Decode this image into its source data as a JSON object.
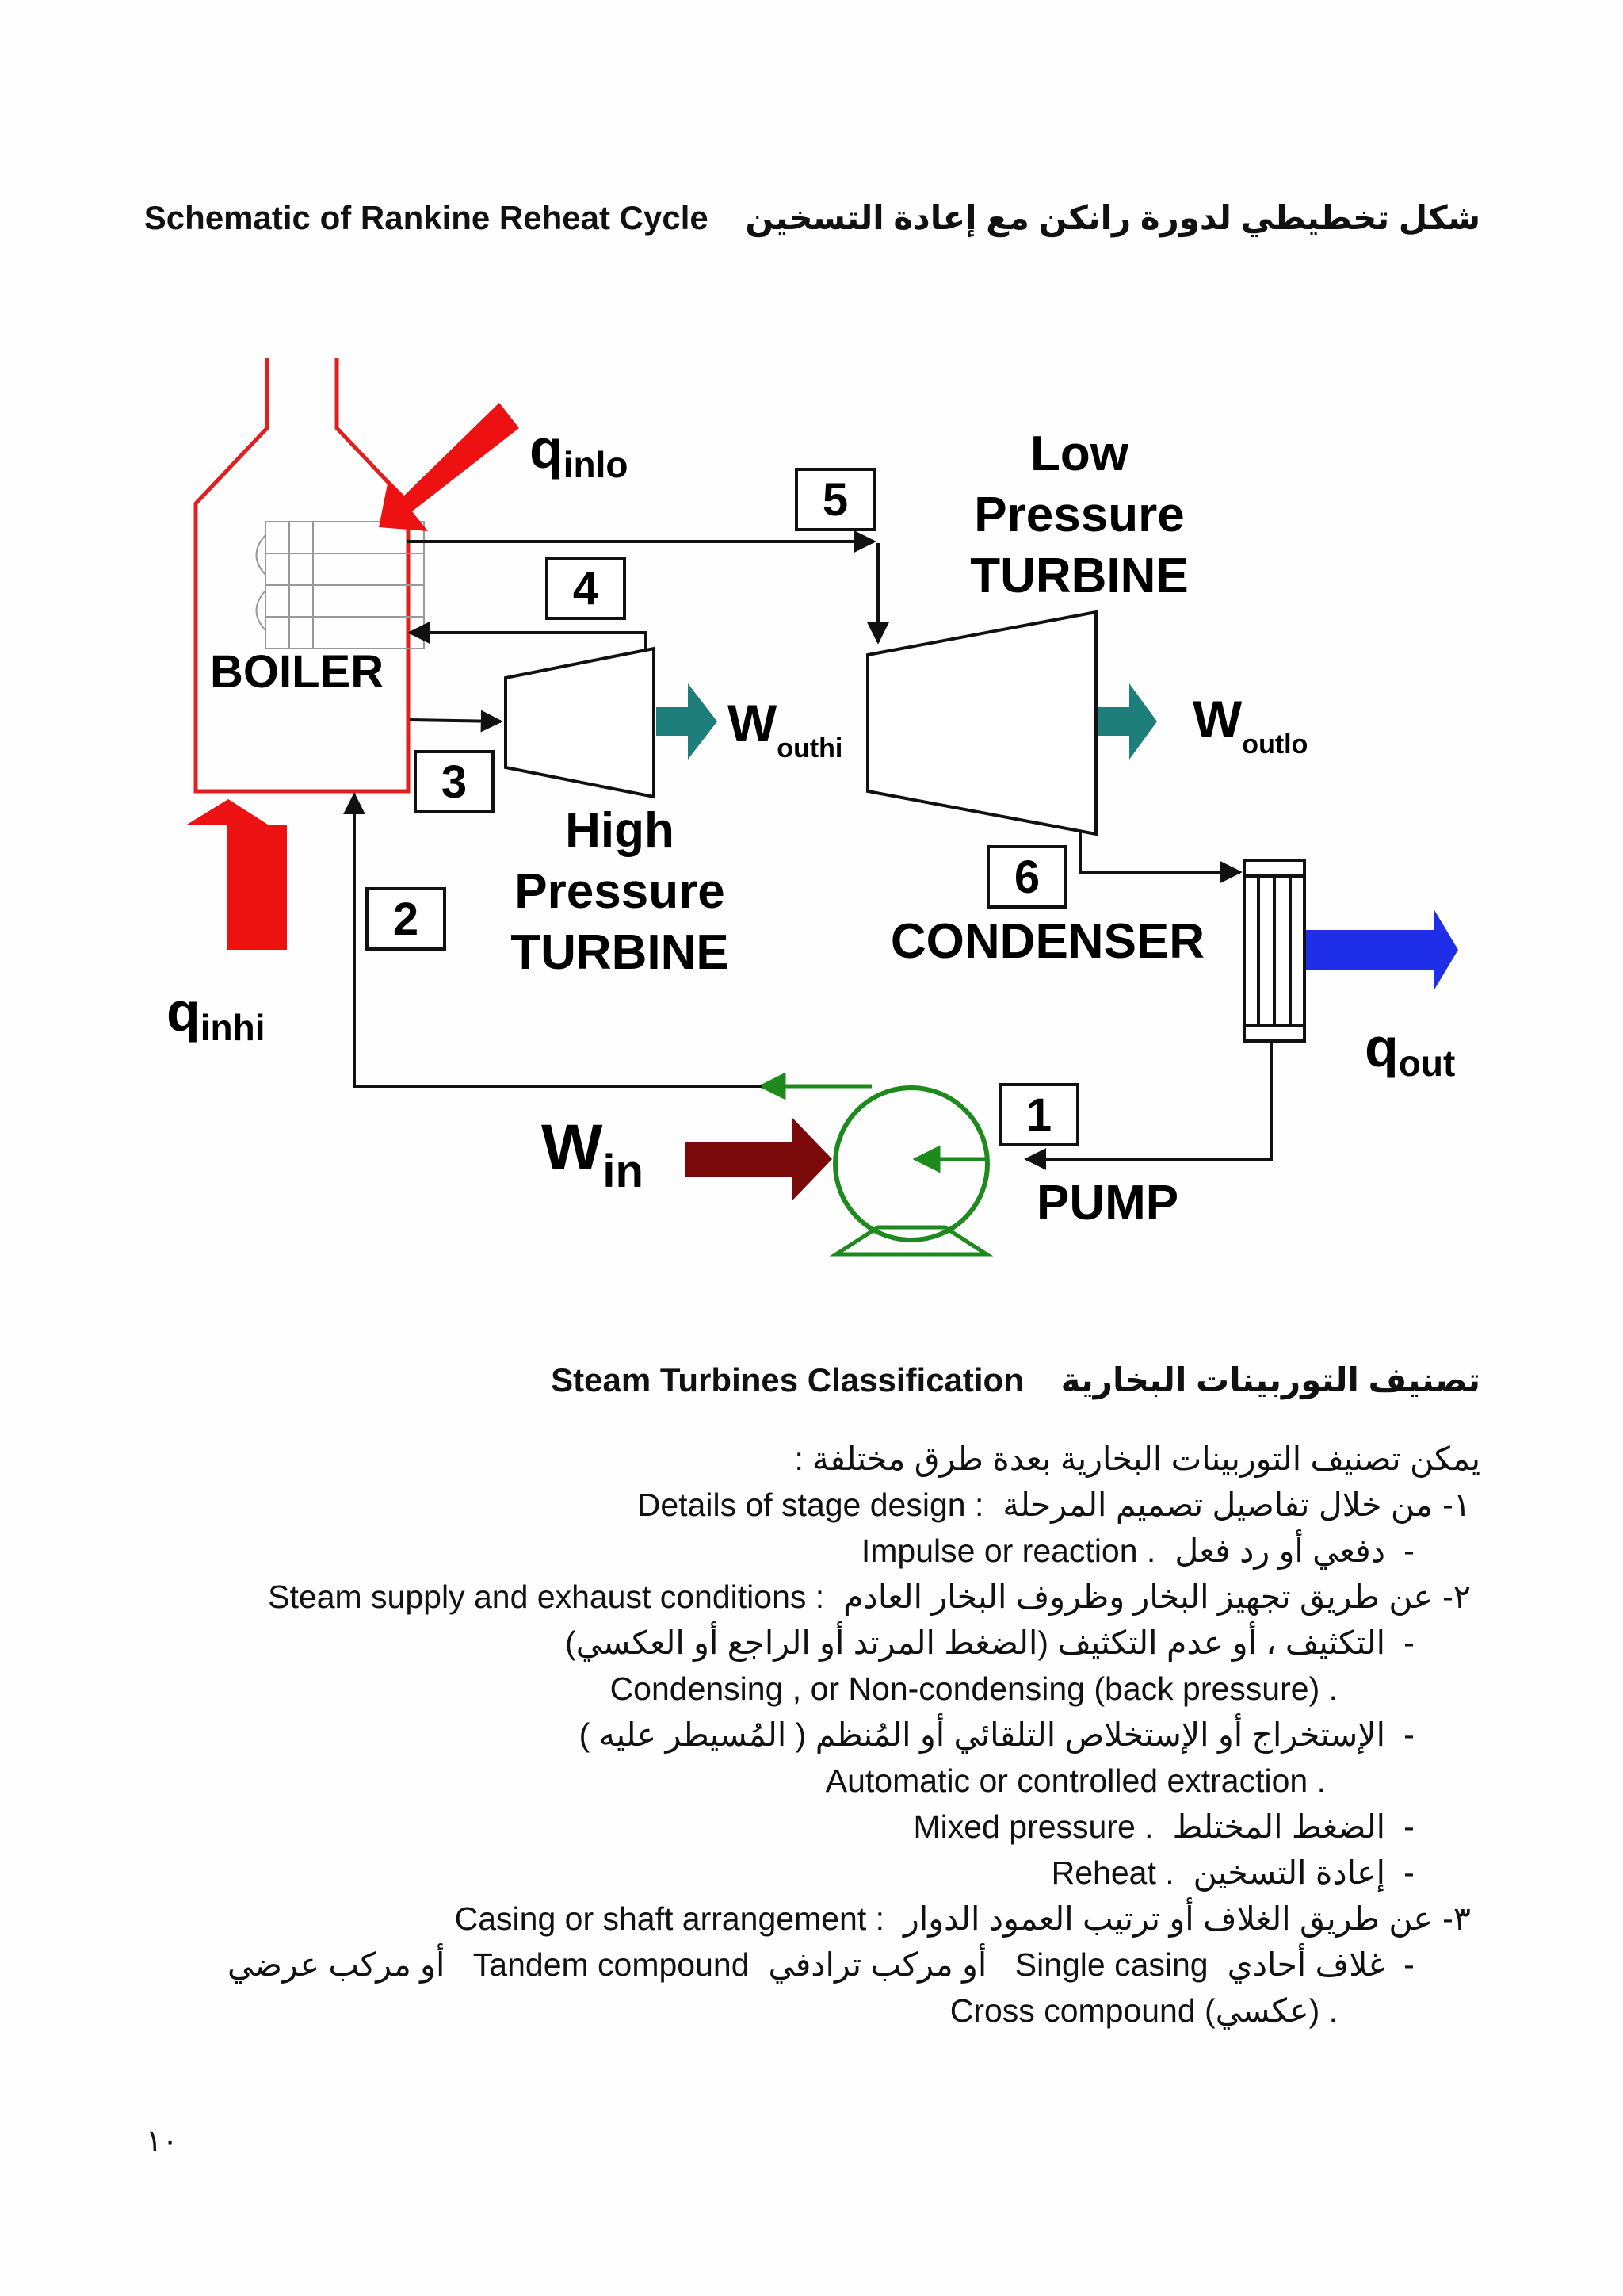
{
  "title": {
    "arabic": "شكل تخطيطي لدورة رانكن مع إعادة التسخين",
    "english": "Schematic of Rankine Reheat Cycle"
  },
  "diagram": {
    "boiler_label": "BOILER",
    "q_inlo": {
      "main": "q",
      "sub": "inlo"
    },
    "q_inhi": {
      "main": "q",
      "sub": "inhi"
    },
    "q_out": {
      "main": "q",
      "sub": "out"
    },
    "w_outhi": {
      "main": "W",
      "sub": "outhi"
    },
    "w_outlo": {
      "main": "W",
      "sub": "outlo"
    },
    "w_in": {
      "main": "W",
      "sub": "in"
    },
    "state_1": "1",
    "state_2": "2",
    "state_3": "3",
    "state_4": "4",
    "state_5": "5",
    "state_6": "6",
    "hp_turbine": {
      "line1": "High",
      "line2": "Pressure",
      "line3": "TURBINE"
    },
    "lp_turbine": {
      "line1": "Low",
      "line2": "Pressure",
      "line3": "TURBINE"
    },
    "condenser_label": "CONDENSER",
    "pump_label": "PUMP",
    "colors": {
      "boiler": "#e02020",
      "heat_in_arrow": "#ee1111",
      "heat_out_arrow": "#1f2fe8",
      "work_out_arrow": "#1e7f7a",
      "work_in_arrow": "#7a0a0a",
      "pump": "#1e8a1e",
      "lines": "#111111"
    }
  },
  "classification": {
    "heading_arabic": "تصنيف التوربينات البخارية",
    "heading_english": "Steam Turbines Classification",
    "intro": "يمكن تصنيف التوربينات البخارية بعدة طرق مختلفة :",
    "items": [
      {
        "num": "١-",
        "arabic": "من خلال تفاصيل تصميم المرحلة",
        "english": "Details of stage design :"
      },
      {
        "dash": "-",
        "arabic": "دفعي أو رد فعل",
        "english": "Impulse or reaction ."
      },
      {
        "num": "٢-",
        "arabic": "عن طريق تجهيز البخار وظروف البخار العادم",
        "english": "Steam supply and exhaust conditions :"
      },
      {
        "dash": "-",
        "arabic": "التكثيف ، أو عدم التكثيف (الضغط المرتد أو الراجع أو العكسي)"
      },
      {
        "english_only": "Condensing , or Non-condensing (back pressure) ."
      },
      {
        "dash": "-",
        "arabic": "الإستخراج أو الإستخلاص التلقائي أو المُنظم ( المُسيطر عليه )"
      },
      {
        "english_only": "Automatic or controlled extraction ."
      },
      {
        "dash": "-",
        "arabic": "الضغط المختلط",
        "english": "Mixed pressure ."
      },
      {
        "dash": "-",
        "arabic": "إعادة التسخين",
        "english": "Reheat ."
      },
      {
        "num": "٣-",
        "arabic": "عن طريق الغلاف أو ترتيب العمود الدوار",
        "english": "Casing or shaft arrangement :"
      },
      {
        "dash": "-",
        "arabic": "غلاف أحادي",
        "english": "Single casing",
        "arabic2": "أو مركب ترادفي",
        "english2": "Tandem compound",
        "arabic3": "أو مركب عرضي"
      },
      {
        "english_only": "Cross compound (عكسي) ."
      }
    ]
  },
  "page_number": "١٠"
}
